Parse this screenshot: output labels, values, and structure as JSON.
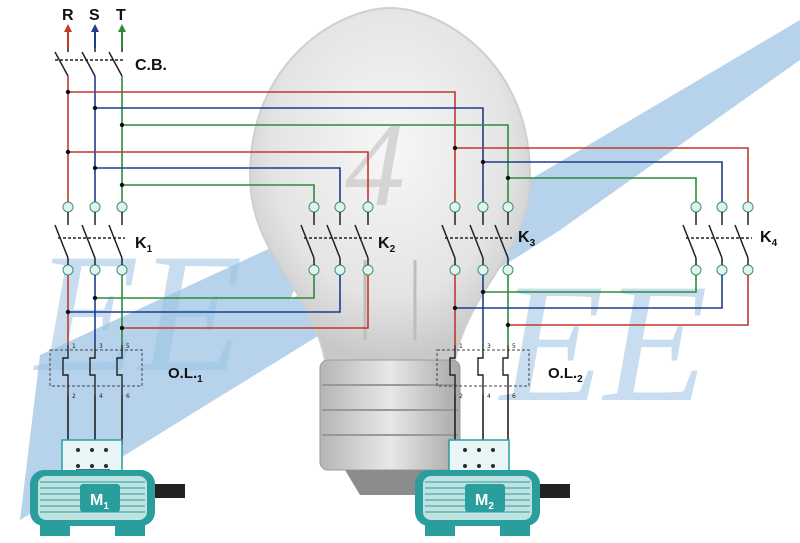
{
  "phases": {
    "r": "R",
    "s": "S",
    "t": "T"
  },
  "breaker": {
    "label": "C.B."
  },
  "contactors": {
    "k1": {
      "base": "K",
      "sub": "1"
    },
    "k2": {
      "base": "K",
      "sub": "2"
    },
    "k3": {
      "base": "K",
      "sub": "3"
    },
    "k4": {
      "base": "K",
      "sub": "4"
    }
  },
  "overloads": {
    "ol1": {
      "base": "O.L.",
      "sub": "1"
    },
    "ol2": {
      "base": "O.L.",
      "sub": "2"
    }
  },
  "motors": {
    "m1": {
      "base": "M",
      "sub": "1"
    },
    "m2": {
      "base": "M",
      "sub": "2"
    }
  },
  "terminals": {
    "top": [
      "1",
      "3",
      "5"
    ],
    "bottom": [
      "2",
      "4",
      "6"
    ]
  },
  "colors": {
    "phase_r": "#c0392b",
    "phase_s": "#1f3d8a",
    "phase_t": "#2e8b3a",
    "wire": "#222222",
    "motor": "#2a9d9d",
    "watermark": "#7fb0d8"
  }
}
